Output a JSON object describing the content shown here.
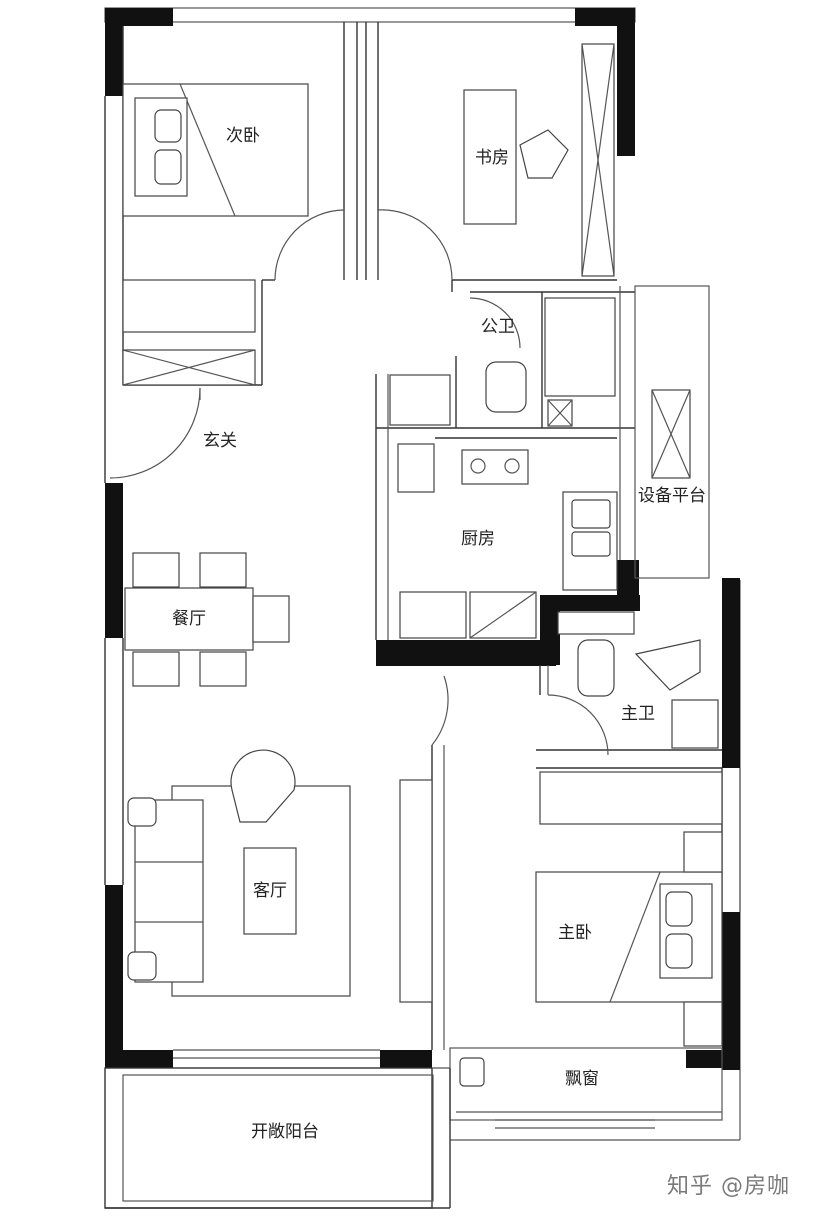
{
  "rooms": {
    "second_bedroom": "次卧",
    "study": "书房",
    "public_bath": "公卫",
    "entrance": "玄关",
    "equipment_platform": "设备平台",
    "kitchen": "厨房",
    "dining": "餐厅",
    "master_bath": "主卫",
    "living": "客厅",
    "master_bedroom": "主卧",
    "bay_window": "飘窗",
    "balcony": "开敞阳台"
  },
  "watermark": "知乎 @房咖"
}
